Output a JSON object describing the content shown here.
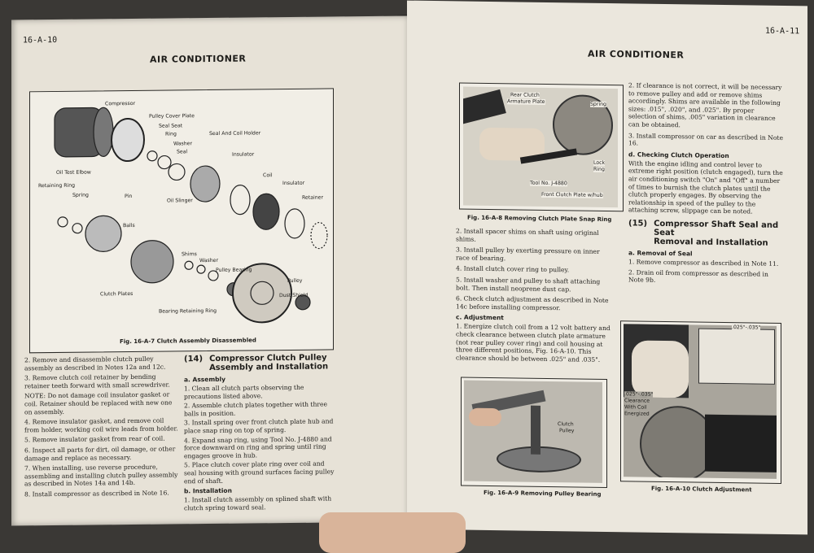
{
  "left_page": {
    "page_number": "16-A-10",
    "running_head": "AIR CONDITIONER",
    "figure": {
      "caption": "Fig. 16-A-7  Clutch Assembly Disassembled",
      "labels": [
        "Compressor",
        "Pulley Cover Plate",
        "Seal Seat",
        "Ring",
        "Washer",
        "Seal",
        "Seal And Coil Holder",
        "Oil Test Elbow",
        "Retaining Ring",
        "Spring",
        "Pin",
        "Oil Slinger",
        "Insulator",
        "Coil",
        "Insulator",
        "Retainer",
        "Balls",
        "Shims",
        "Washer",
        "Pulley Bearing",
        "Pulley",
        "Clutch Plates",
        "Bearing Retaining Ring",
        "Dust Shield"
      ]
    },
    "left_column": [
      "2. Remove and disassemble clutch pulley assembly as described in Notes 12a and 12c.",
      "3. Remove clutch coil retainer by bending retainer teeth forward with small screwdriver.",
      "NOTE: Do not damage coil insulator gasket or coil. Retainer should be replaced with new one on assembly.",
      "4. Remove insulator gasket, and remove coil from holder, working coil wire leads from holder.",
      "5. Remove insulator gasket from rear of coil.",
      "6. Inspect all parts for dirt, oil damage, or other damage and replace as necessary.",
      "7. When installing, use reverse procedure, assembling and installing clutch pulley assembly as described in Notes 14a and 14b.",
      "8. Install compressor as described in Note 16."
    ],
    "section": {
      "number": "(14)",
      "title_line1": "Compressor Clutch Pulley",
      "title_line2": "Assembly and Installation",
      "sub_a": "a. Assembly",
      "a_steps": [
        "1. Clean all clutch parts observing the precautions listed above.",
        "2. Assemble clutch plates together with three balls in position.",
        "3. Install spring over front clutch plate hub and place snap ring on top of spring.",
        "4. Expand snap ring, using Tool No. J-4880 and force downward on ring and spring until ring engages groove in hub.",
        "5. Place clutch cover plate ring over coil and seal housing with ground surfaces facing pulley end of shaft."
      ],
      "sub_b": "b. Installation",
      "b_steps": [
        "1. Install clutch assembly on splined shaft with clutch spring toward seal."
      ]
    }
  },
  "right_page": {
    "page_number": "16-A-11",
    "running_head": "AIR CONDITIONER",
    "fig8": {
      "caption": "Fig. 16-A-8  Removing Clutch Plate Snap Ring",
      "labels": [
        "Rear Clutch",
        "Armature Plate",
        "Spring",
        "Lock",
        "Ring",
        "Tool No. J-4880",
        "Front Clutch Plate w/hub"
      ]
    },
    "col_left": [
      "2. Install spacer shims on shaft using original shims.",
      "3. Install pulley by exerting pressure on inner race of bearing.",
      "4. Install clutch cover ring to pulley.",
      "5. Install washer and pulley to shaft attaching bolt. Then install neoprene dust cap.",
      "6. Check clutch adjustment as described in Note 14c before installing compressor."
    ],
    "sub_c": "c. Adjustment",
    "c_text": "1. Energize clutch coil from a 12 volt battery and check clearance between clutch plate armature (not rear pulley cover ring) and coil housing at three different positions, Fig. 16-A-10. This clearance should be between .025\" and .035\".",
    "col_right": [
      "2. If clearance is not correct, it will be necessary to remove pulley and add or remove shims accordingly. Shims are available in the following sizes: .015\", .020\", and .025\". By proper selection of shims, .005\" variation in clearance can be obtained.",
      "3. Install compressor on car as described in Note 16."
    ],
    "sub_d": "d. Checking Clutch Operation",
    "d_text": "With the engine idling and control lever to extreme right position (clutch engaged), turn the air conditioning switch \"On\" and \"Off\" a number of times to burnish the clutch plates until the clutch properly engages. By observing the relationship in speed of the pulley to the attaching screw, slippage can be noted.",
    "section15": {
      "number": "(15)",
      "title_line1": "Compressor Shaft Seal and Seat",
      "title_line2": "Removal and Installation",
      "sub_a": "a. Removal of Seal",
      "steps": [
        "1. Remove compressor as described in Note 11.",
        "2. Drain oil from compressor as described in Note 9b."
      ]
    },
    "fig9": {
      "caption": "Fig. 16-A-9  Removing Pulley Bearing",
      "labels": [
        "Clutch",
        "Pulley"
      ]
    },
    "fig10": {
      "caption": "Fig. 16-A-10  Clutch Adjustment",
      "labels": [
        ".025\"-.035\"",
        ".025\"-.035\"",
        "Clearance",
        "With Coil",
        "Energized"
      ]
    }
  }
}
